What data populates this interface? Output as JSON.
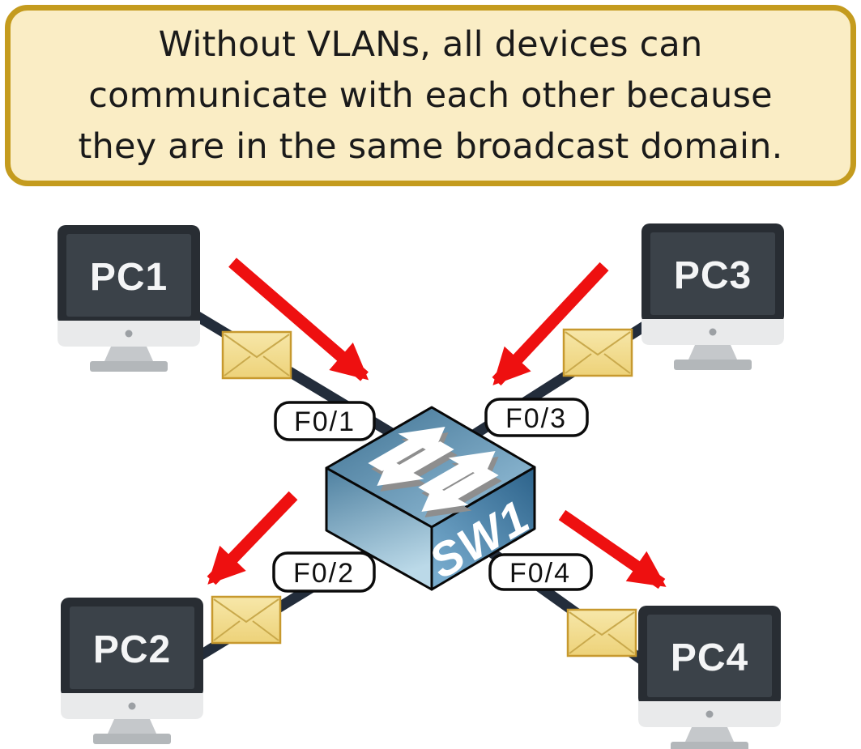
{
  "title": {
    "lines": [
      "Without VLANs, all devices can",
      "communicate with each other because",
      "they are in the same broadcast domain."
    ]
  },
  "devices": {
    "pc1": {
      "label": "PC1"
    },
    "pc2": {
      "label": "PC2"
    },
    "pc3": {
      "label": "PC3"
    },
    "pc4": {
      "label": "PC4"
    }
  },
  "switch": {
    "label": "SW1"
  },
  "ports": {
    "f01": {
      "label": "F0/1"
    },
    "f02": {
      "label": "F0/2"
    },
    "f03": {
      "label": "F0/3"
    },
    "f04": {
      "label": "F0/4"
    }
  },
  "icons": {
    "envelope": "envelope-icon",
    "switch_arrows": "bidirectional-arrows-icon",
    "broadcast_arrow": "red-arrow-icon"
  },
  "colors": {
    "title_bg": "#FAEDC5",
    "title_border": "#C49B1E",
    "broadcast_arrow_red": "#EE1010",
    "cable_dark": "#232D3B",
    "envelope_yellow": "#F2DC8C",
    "port_label_bg": "#FFFFFF",
    "switch_blue": "#4A80A3"
  }
}
